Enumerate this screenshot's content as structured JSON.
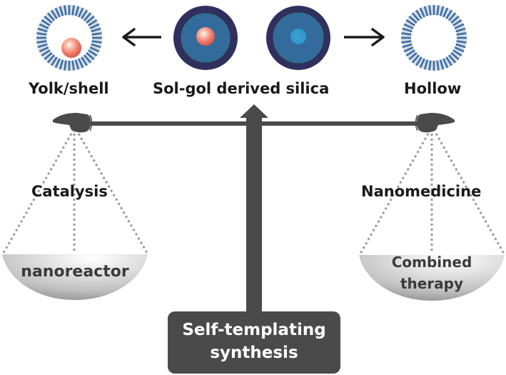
{
  "title_labels": {
    "yolk_shell": "Yolk/shell",
    "sol_gel": "Sol-gol derived silica",
    "hollow": "Hollow"
  },
  "applications": {
    "left": "Catalysis",
    "right": "Nanomedicine"
  },
  "pans": {
    "left": "nanoreactor",
    "right_line1": "Combined",
    "right_line2": "therapy"
  },
  "base_box": {
    "line1": "Self-templating",
    "line2": "synthesis"
  },
  "icons": {
    "left_hand": "pointing-hand-left-icon",
    "right_hand": "pointing-hand-right-icon",
    "arrow_left": "arrow-left-icon",
    "arrow_right": "arrow-right-icon"
  },
  "colors": {
    "dark_gray": "#4a4a4a",
    "navy": "#2f2f5f",
    "steel_blue": "#336699",
    "cyan_core": "#3399cc",
    "salmon": "#f08070",
    "shell_blue": "#3a6ea8",
    "shell_light": "#d8dde0"
  }
}
